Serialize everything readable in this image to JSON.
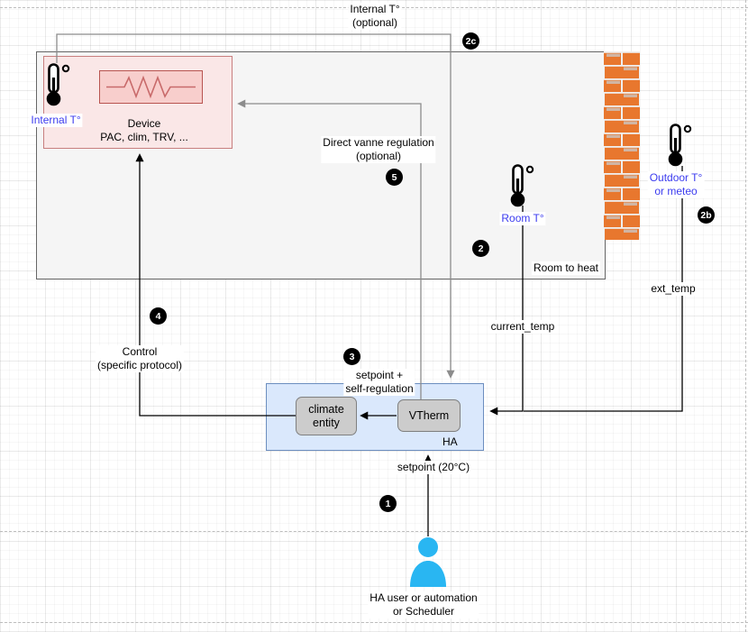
{
  "colors": {
    "blue_label": "#3b3bef",
    "room_fill": "#f5f5f5",
    "room_stroke": "#666666",
    "device_fill": "#fae7e7",
    "device_stroke": "#c87f7f",
    "resistor_fill": "#f8cecc",
    "resistor_stroke": "#b85450",
    "ha_fill": "#dae8fc",
    "ha_stroke": "#6c8ebf",
    "entity_fill": "#cccccc",
    "badge_bg": "#000000",
    "badge_text": "#ffffff",
    "person_fill": "#29b6f2",
    "brick_fill": "#e8772e"
  },
  "labels": {
    "top_internal": "Internal T°\n(optional)",
    "internal_t": "Internal T°",
    "device_title": "Device",
    "device_subtitle": "PAC, clim, TRV, ...",
    "direct_vanne": "Direct vanne regulation\n(optional)",
    "room_t": "Room T°",
    "room_to_heat": "Room to heat",
    "outdoor_t": "Outdoor T°\nor meteo",
    "ext_temp": "ext_temp",
    "current_temp": "current_temp",
    "control": "Control\n(specific protocol)",
    "setpoint_selfreg": "setpoint +\nself-regulation",
    "setpoint": "setpoint (20°C)",
    "ha": "HA",
    "climate_entity": "climate\nentity",
    "vtherm": "VTherm",
    "user": "HA user or automation\nor Scheduler"
  },
  "badges": {
    "b1": "1",
    "b2": "2",
    "b2b": "2b",
    "b2c": "2c",
    "b3": "3",
    "b4": "4",
    "b5": "5"
  }
}
